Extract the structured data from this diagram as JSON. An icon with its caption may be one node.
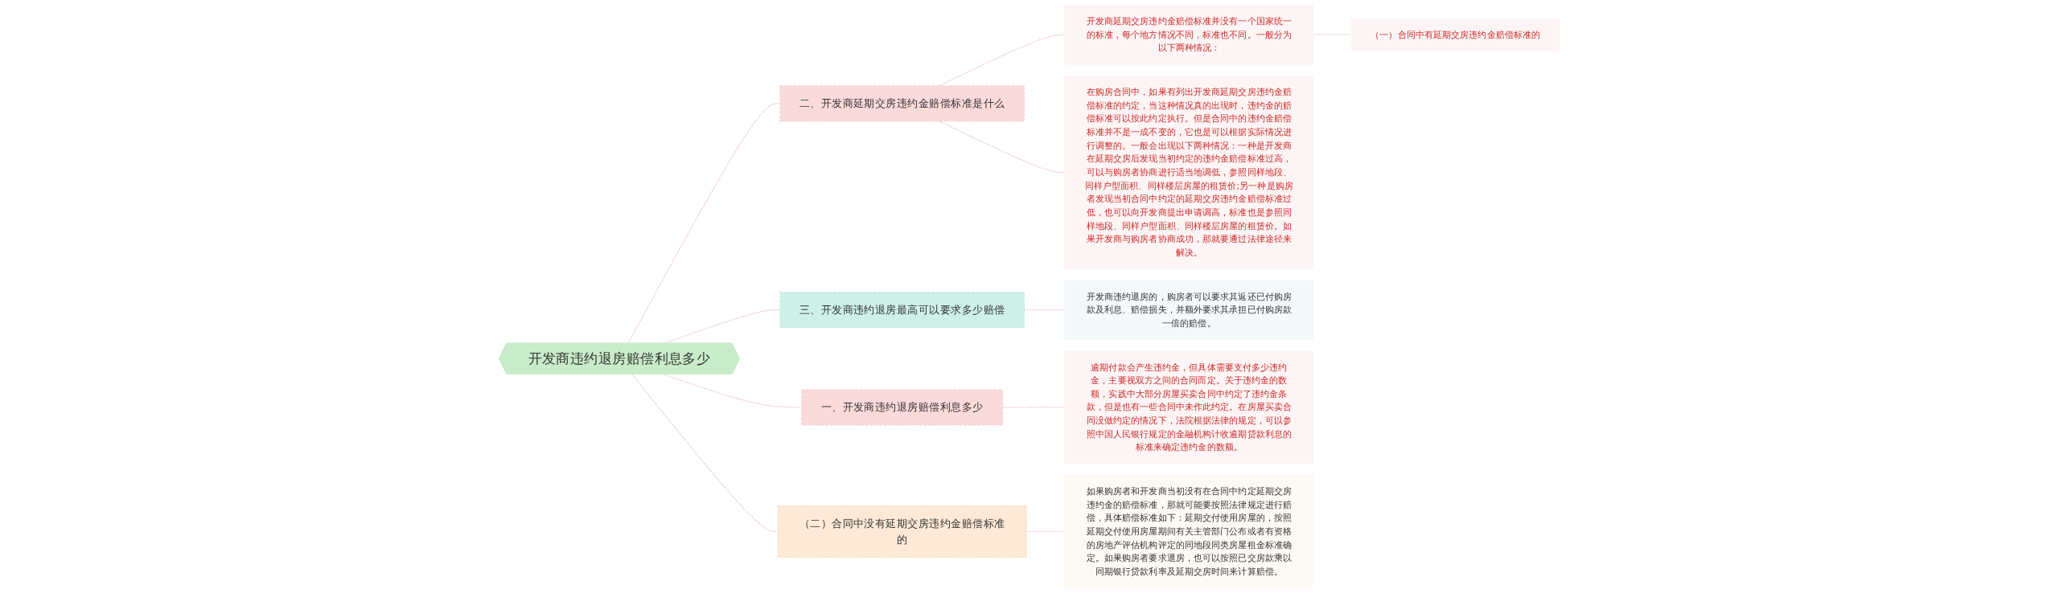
{
  "diagram": {
    "nodes": [
      {
        "text": [
          "开发商违约退房赔偿利息多少"
        ]
      },
      {
        "text": [
          "二、开发商延期交房违约金赔偿标准是什么"
        ]
      },
      {
        "text": [
          "开发商延期交房违约金赔偿标准并没有一个国家统一的标准，每个地方情况不同，标准也不同。一般分为以下两种情况："
        ]
      },
      {
        "text": [
          "（一）合同中有延期交房违约金赔偿标准的"
        ]
      },
      {
        "text": [
          "在购房合同中，如果有列出开发商延期交房违约金赔偿标准的约定，当这种情况真的出现时，违约金的赔偿标准可以按此约定执行。但是合同中的违约金赔偿标准并不是一成不变的，它也是可以根据实际情况进行调整的。一般会出现以下两种情况：一种是开发商在延期交房后发现当初约定的违约金赔偿标准过高，可以与购房者协商进行适当地调低，参照同样地段、同样户型面积、同样楼层房屋的租赁价;另一种是购房者发现当初合同中约定的延期交房违约金赔偿标准过低，也可以向开发商提出申请调高，标准也是参照同样地段、同样户型面积、同样楼层房屋的租赁价。如果开发商与购房者协商成功，那就要通过法律途径来解决。"
        ]
      },
      {
        "text": [
          "三、开发商违约退房最高可以要求多少赔偿"
        ]
      },
      {
        "text": [
          "开发商违约退房的，购房者可以要求其返还已付购房款及利息、赔偿损失，并额外要求其承担已付购房款一倍的赔偿。"
        ]
      },
      {
        "text": [
          "一、开发商违约退房赔偿利息多少"
        ]
      },
      {
        "text": [
          "逾期付款会产生违约金，但具体需要支付多少违约金，主要视双方之间的合同而定。关于违约金的数额，实践中大部分房屋买卖合同中约定了违约金条款，但是也有一些合同中未作此约定。在房屋买卖合同没做约定的情况下，法院根据法律的规定，可以参照中国人民银行规定的金融机构计收逾期贷款利息的标准来确定违约金的数额。"
        ]
      },
      {
        "text": [
          "（二）合同中没有延期交房违约金赔偿标准的"
        ]
      },
      {
        "text": [
          "如果购房者和开发商当初没有在合同中约定延期交房违约金的赔偿标准，那就可能要按照法律规定进行赔偿，具体赔偿标准如下：延期交付使用房屋的，按照延期交付使用房屋期间有关主管部门公布或者有资格的房地产评估机构评定的同地段同类房屋租金标准确定。如果购房者要求退房，也可以按照已交房款乘以同期银行贷款利率及延期交房时间来计算赔偿。"
        ]
      }
    ],
    "edges": [
      {
        "from": 0,
        "to": 1,
        "arrow": "none",
        "style": "dashed"
      },
      {
        "from": 1,
        "to": 2,
        "arrow": "none",
        "style": "dashed"
      },
      {
        "from": 2,
        "to": 3,
        "arrow": "none",
        "style": "dashed"
      },
      {
        "from": 1,
        "to": 4,
        "arrow": "none",
        "style": "dashed"
      },
      {
        "from": 0,
        "to": 5,
        "arrow": "none",
        "style": "dashed"
      },
      {
        "from": 5,
        "to": 6,
        "arrow": "none",
        "style": "dashed"
      },
      {
        "from": 0,
        "to": 7,
        "arrow": "none",
        "style": "dashed"
      },
      {
        "from": 7,
        "to": 8,
        "arrow": "none",
        "style": "dashed"
      },
      {
        "from": 0,
        "to": 9,
        "arrow": "none",
        "style": "dashed"
      },
      {
        "from": 9,
        "to": 10,
        "arrow": "none",
        "style": "dashed"
      }
    ]
  }
}
